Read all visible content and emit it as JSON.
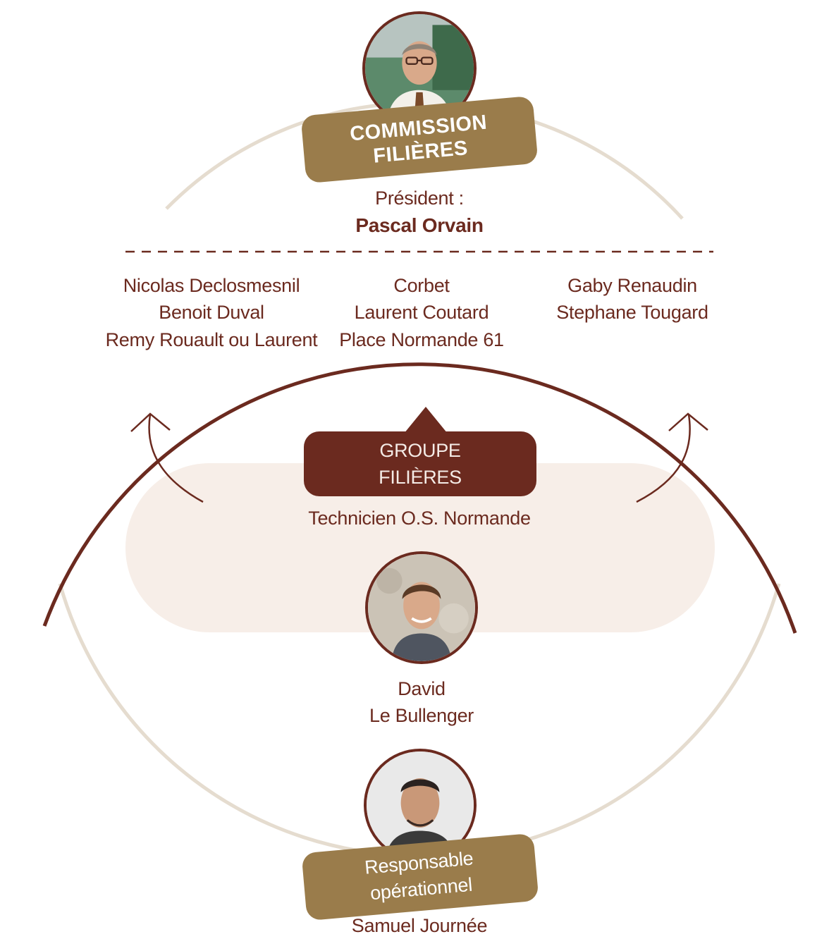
{
  "commission": {
    "title_line1": "COMMISSION",
    "title_line2": "FILIÈRES",
    "president_label": "Président :",
    "president_name": "Pascal Orvain"
  },
  "members": {
    "column_left": [
      "Nicolas Declosmesnil",
      "Benoit Duval",
      "Remy Rouault ou Laurent"
    ],
    "column_center": [
      "Corbet",
      "Laurent Coutard",
      "Place Normande 61"
    ],
    "column_right": [
      "Gaby Renaudin",
      "Stephane Tougard"
    ]
  },
  "groupe": {
    "title_line1": "GROUPE",
    "title_line2": "FILIÈRES",
    "subtitle": "Technicien O.S. Normande"
  },
  "technicien": {
    "first_name": "David",
    "last_name": "Le Bullenger"
  },
  "responsable": {
    "title_line1": "Responsable",
    "title_line2": "opérationnel",
    "name": "Samuel Journée"
  },
  "colors": {
    "dark_brown": "#6b2a1f",
    "gold": "#9a7c4b",
    "light_beige": "#f7eee8",
    "ring_beige": "#e5dccf",
    "skin": "#d9a98a"
  },
  "icons": [
    "portrait-pascal-orvain",
    "portrait-david-le-bullenger",
    "portrait-samuel-journee",
    "curved-arrow-left-icon",
    "curved-arrow-right-icon"
  ]
}
